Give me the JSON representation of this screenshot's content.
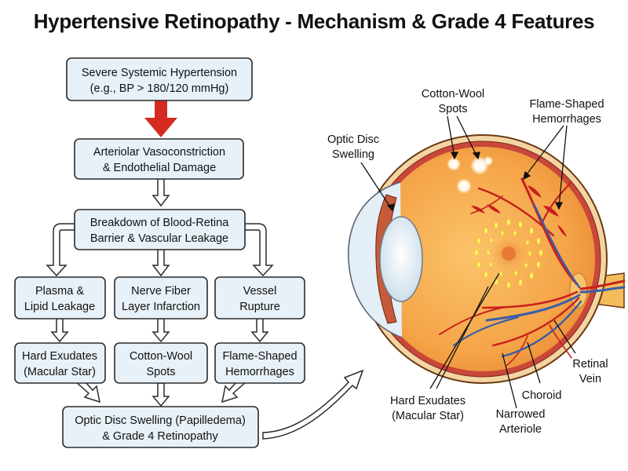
{
  "title": "Hypertensive Retinopathy - Mechanism & Grade 4 Features",
  "flowchart": {
    "step1": [
      "Severe Systemic Hypertension",
      "(e.g., BP > 180/120 mmHg)"
    ],
    "step2": [
      "Arteriolar Vasoconstriction",
      "& Endothelial Damage"
    ],
    "step3": [
      "Breakdown of Blood-Retina",
      "Barrier & Vascular Leakage"
    ],
    "branch_left": [
      "Plasma &",
      "Lipid Leakage"
    ],
    "branch_mid": [
      "Nerve Fiber",
      "Layer Infarction"
    ],
    "branch_right": [
      "Vessel",
      "Rupture"
    ],
    "result_left": [
      "Hard Exudates",
      "(Macular Star)"
    ],
    "result_mid": [
      "Cotton-Wool",
      "Spots"
    ],
    "result_right": [
      "Flame-Shaped",
      "Hemorrhages"
    ],
    "final": [
      "Optic Disc Swelling (Papilledema)",
      "& Grade 4 Retinopathy"
    ]
  },
  "eye_labels": {
    "optic_disc": [
      "Optic Disc",
      "Swelling"
    ],
    "cotton_wool": [
      "Cotton-Wool",
      "Spots"
    ],
    "flame": [
      "Flame-Shaped",
      "Hemorrhages"
    ],
    "retinal_vein": [
      "Retinal",
      "Vein"
    ],
    "choroid": [
      "Choroid"
    ],
    "narrowed": [
      "Narrowed",
      "Arteriole"
    ],
    "hard_exudates": [
      "Hard Exudates",
      "(Macular Star)"
    ]
  },
  "colors": {
    "box_fill": "#e8f1f8",
    "box_stroke": "#2b2b2b",
    "accent_arrow": "#d42a22",
    "artery": "#c8201d",
    "vein": "#3a5ea8",
    "retina": "#f4a84a"
  }
}
